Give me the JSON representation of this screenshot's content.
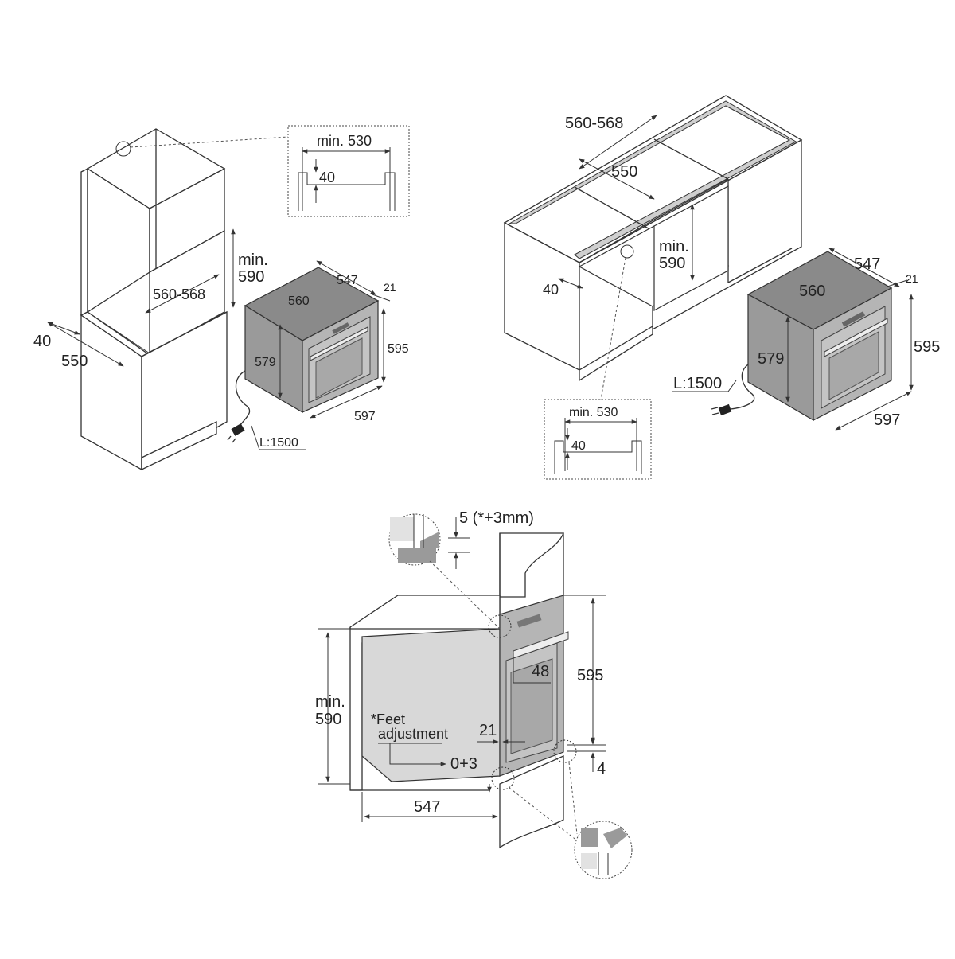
{
  "diagram1": {
    "niche_width": "560-568",
    "niche_depth": "550",
    "side_gap": "40",
    "niche_height": "min. 590",
    "detail_width": "min. 530",
    "detail_gap": "40",
    "oven_depth": "547",
    "oven_inner_width": "560",
    "front_thickness": "21",
    "oven_body_height": "579",
    "oven_height": "595",
    "oven_width": "597",
    "cable_length": "L:1500"
  },
  "diagram2": {
    "niche_width": "560-568",
    "niche_depth": "550",
    "side_gap": "40",
    "niche_height": "min. 590",
    "detail_width": "min. 530",
    "detail_gap": "40",
    "oven_depth": "547",
    "oven_inner_width": "560",
    "front_thickness": "21",
    "oven_body_height": "579",
    "oven_height": "595",
    "oven_width": "597",
    "cable_length": "L:1500"
  },
  "diagram3": {
    "top_gap": "5 (*+3mm)",
    "oven_height": "595",
    "handle_offset": "48",
    "niche_height_line1": "min.",
    "niche_height_line2": "590",
    "feet_note_line1": "*Feet",
    "feet_note_line2": "adjustment",
    "front_thickness": "21",
    "feet_range": "0+3",
    "bottom_gap": "4",
    "oven_depth": "547"
  }
}
